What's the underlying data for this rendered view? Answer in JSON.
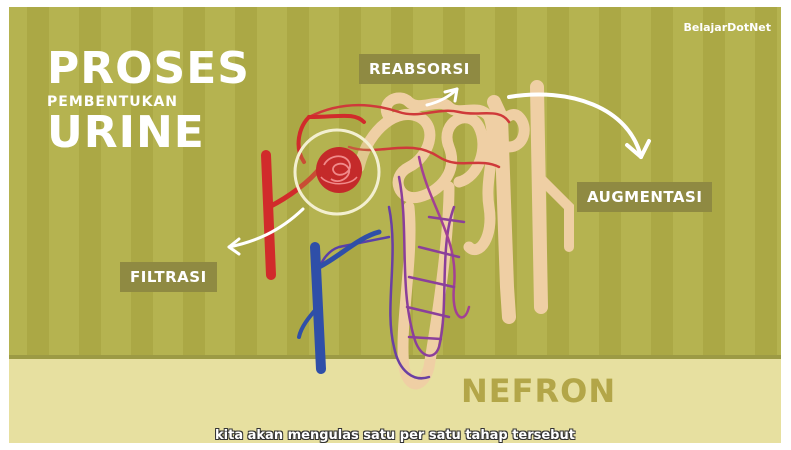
{
  "title": {
    "line1": "PROSES",
    "line2": "PEMBENTUKAN",
    "line3": "URINE"
  },
  "brand": "BelajarDotNet",
  "labels": {
    "reabsorbsi": "REABSORSI",
    "augmentasi": "AUGMENTASI",
    "filtrasi": "FILTRASI",
    "nefron": "NEFRON"
  },
  "subtitle": "kita akan mengulas satu per satu tahap tersebut",
  "colors": {
    "background": "#b5b350",
    "stripe": "#aaa645",
    "floor": "#e7e0a0",
    "label_bg": "#8f8a42",
    "artery": "#d12b2b",
    "vein": "#2f4fa8",
    "tubule": "#efcfa4"
  }
}
